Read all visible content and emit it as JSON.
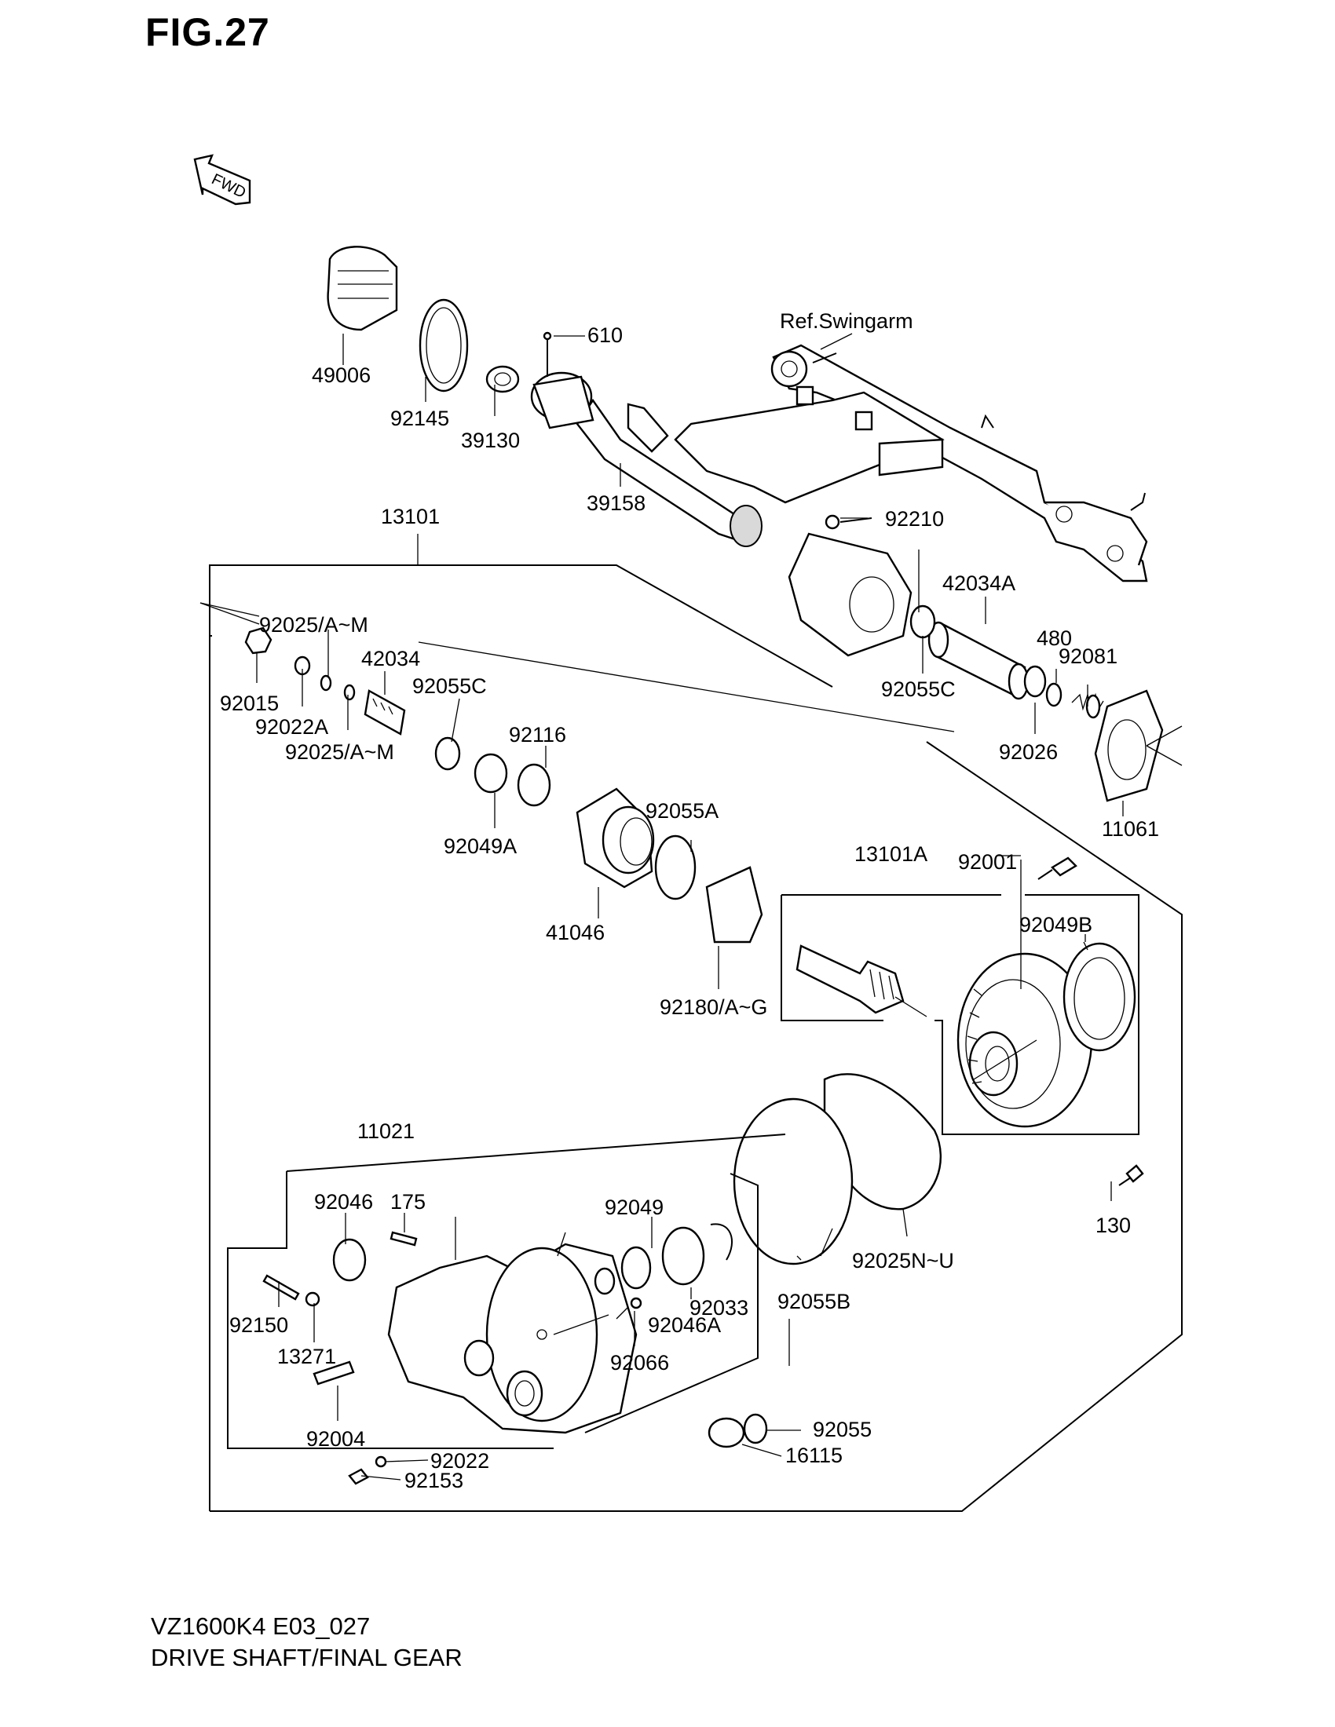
{
  "figure": {
    "title": "FIG.27"
  },
  "fwd_arrow": {
    "label": "FWD"
  },
  "reference": {
    "swingarm": "Ref.Swingarm"
  },
  "groups": {
    "g13101": "13101",
    "g13101A": "13101A",
    "g11021": "11021"
  },
  "parts": {
    "p49006": "49006",
    "p92145": "92145",
    "p39130": "39130",
    "p610": "610",
    "p39158": "39158",
    "p92210": "92210",
    "p92025AM_top": "92025/A~M",
    "p92015": "92015",
    "p92022A": "92022A",
    "p92025AM_bottom": "92025/A~M",
    "p42034": "42034",
    "p92055C_left": "92055C",
    "p42034A": "42034A",
    "p92055C_right": "92055C",
    "p480": "480",
    "p92081": "92081",
    "p92026": "92026",
    "p11061": "11061",
    "p92116": "92116",
    "p92049A": "92049A",
    "p41046": "41046",
    "p92055A": "92055A",
    "p92180AG": "92180/A~G",
    "p92001": "92001",
    "p92049B": "92049B",
    "p130": "130",
    "p92025NU": "92025N~U",
    "p92055B": "92055B",
    "p92046": "92046",
    "p175": "175",
    "p92049": "92049",
    "p92033": "92033",
    "p92046A": "92046A",
    "p92066": "92066",
    "p92150": "92150",
    "p13271": "13271",
    "p92004": "92004",
    "p92022": "92022",
    "p92153": "92153",
    "p92055": "92055",
    "p16115": "16115"
  },
  "footer": {
    "model_code": "VZ1600K4 E03_027",
    "caption": "DRIVE SHAFT/FINAL GEAR"
  }
}
